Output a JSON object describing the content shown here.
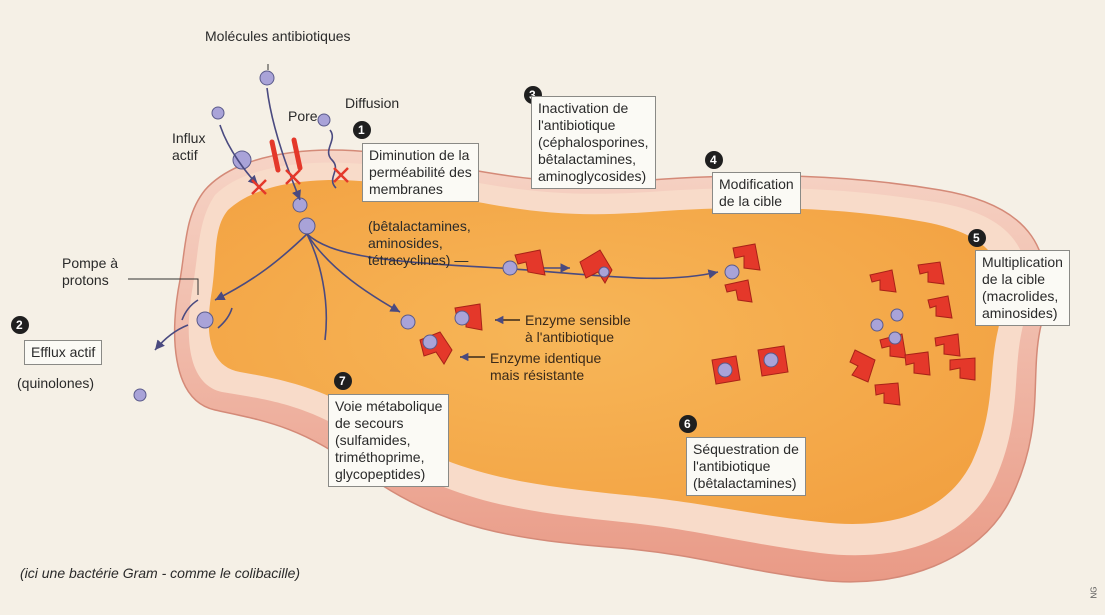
{
  "title": "Molécules antibiotiques",
  "entry": {
    "influx": "Influx\nactif",
    "pore": "Pore",
    "diffusion": "Diffusion"
  },
  "mechanisms": [
    {
      "num": "1",
      "text": "Diminution de la\nperméabilité des\nmembranes"
    },
    {
      "num": "2",
      "text": "Efflux actif"
    },
    {
      "num": "3",
      "text": "Inactivation de\nl'antibiotique\n(céphalosporines,\nbêtalactamines,\naminoglycosides)"
    },
    {
      "num": "4",
      "text": "Modification\nde la cible"
    },
    {
      "num": "5",
      "text": "Multiplication\nde la cible\n(macrolides,\naminosides)"
    },
    {
      "num": "6",
      "text": "Séquestration de\nl'antibiotique\n(bêtalactamines)"
    },
    {
      "num": "7",
      "text": "Voie métabolique\nde secours\n(sulfamides,\ntriméthoprime,\nglycopeptides)"
    }
  ],
  "labels": {
    "pump": "Pompe à\nprotons",
    "quinolones": "(quinolones)",
    "permeability_drugs": "(bêtalactamines,\naminosides,\ntétracyclines) —",
    "enzyme_sensitive": "Enzyme sensible\nà l'antibiotique",
    "enzyme_resistant": "Enzyme identique\nmais résistante"
  },
  "footnote": "(ici une bactérie Gram - comme le colibacille)",
  "credit": "NG",
  "colors": {
    "outer": "#f0b9a7",
    "wall": "#f7d8c8",
    "cytoplasm": "#f5a94a",
    "enzyme": "#e4382a",
    "molecule": "#a9a3d8",
    "arrow": "#4a4a80"
  }
}
